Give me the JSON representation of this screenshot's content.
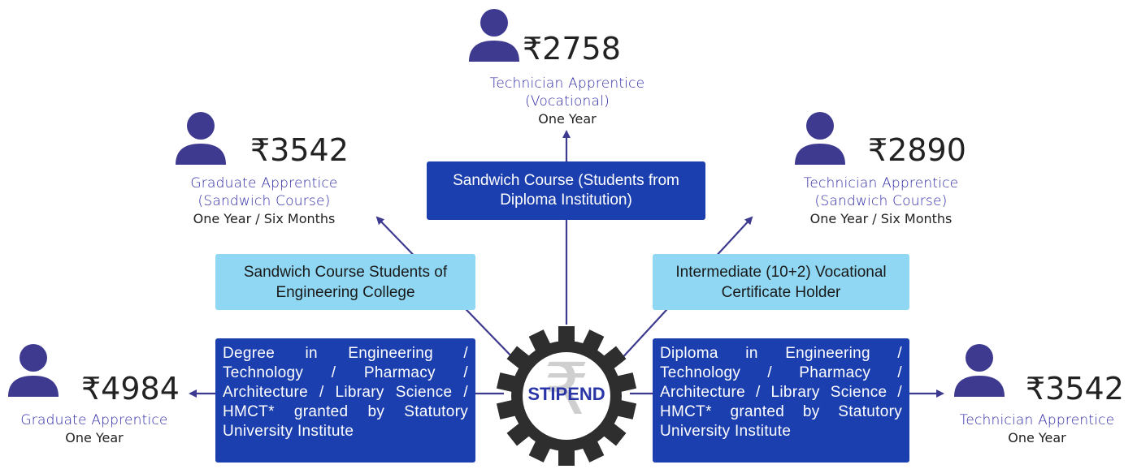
{
  "center": {
    "label": "STIPEND",
    "symbol": "₹"
  },
  "colors": {
    "dark_box": "#1b3fae",
    "light_box": "#8fd7f2",
    "gear": "#2e2e2e",
    "person": "#3e3a8f",
    "role_text": "#2f2ba6"
  },
  "boxes": {
    "top": "Sandwich Course (Students from Diploma Institution)",
    "upper_left": "Sandwich Course Students of Engineering College",
    "upper_right": "Intermediate (10+2) Vocational Certificate Holder",
    "lower_left": "Degree in Engineering / Technology / Pharmacy / Architecture / Library Science / HMCT* granted by Statutory University Institute",
    "lower_right": "Diploma in Engineering / Technology / Pharmacy / Architecture / Library Science / HMCT* granted by Statutory University Institute"
  },
  "outcomes": {
    "top": {
      "amount": "₹2758",
      "role_line1": "Technician Apprentice",
      "role_line2": "(Vocational)",
      "duration": "One Year",
      "icon": "person-icon"
    },
    "upper_left": {
      "amount": "₹3542",
      "role_line1": "Graduate Apprentice",
      "role_line2": "(Sandwich Course)",
      "duration": "One Year / Six Months",
      "icon": "person-icon"
    },
    "upper_right": {
      "amount": "₹2890",
      "role_line1": "Technician Apprentice",
      "role_line2": "(Sandwich Course)",
      "duration": "One Year / Six Months",
      "icon": "person-icon"
    },
    "left": {
      "amount": "₹4984",
      "role_line1": "Graduate Apprentice",
      "duration": "One Year",
      "icon": "person-icon"
    },
    "right": {
      "amount": "₹3542",
      "role_line1": "Technician Apprentice",
      "duration": "One Year",
      "icon": "person-icon"
    }
  }
}
